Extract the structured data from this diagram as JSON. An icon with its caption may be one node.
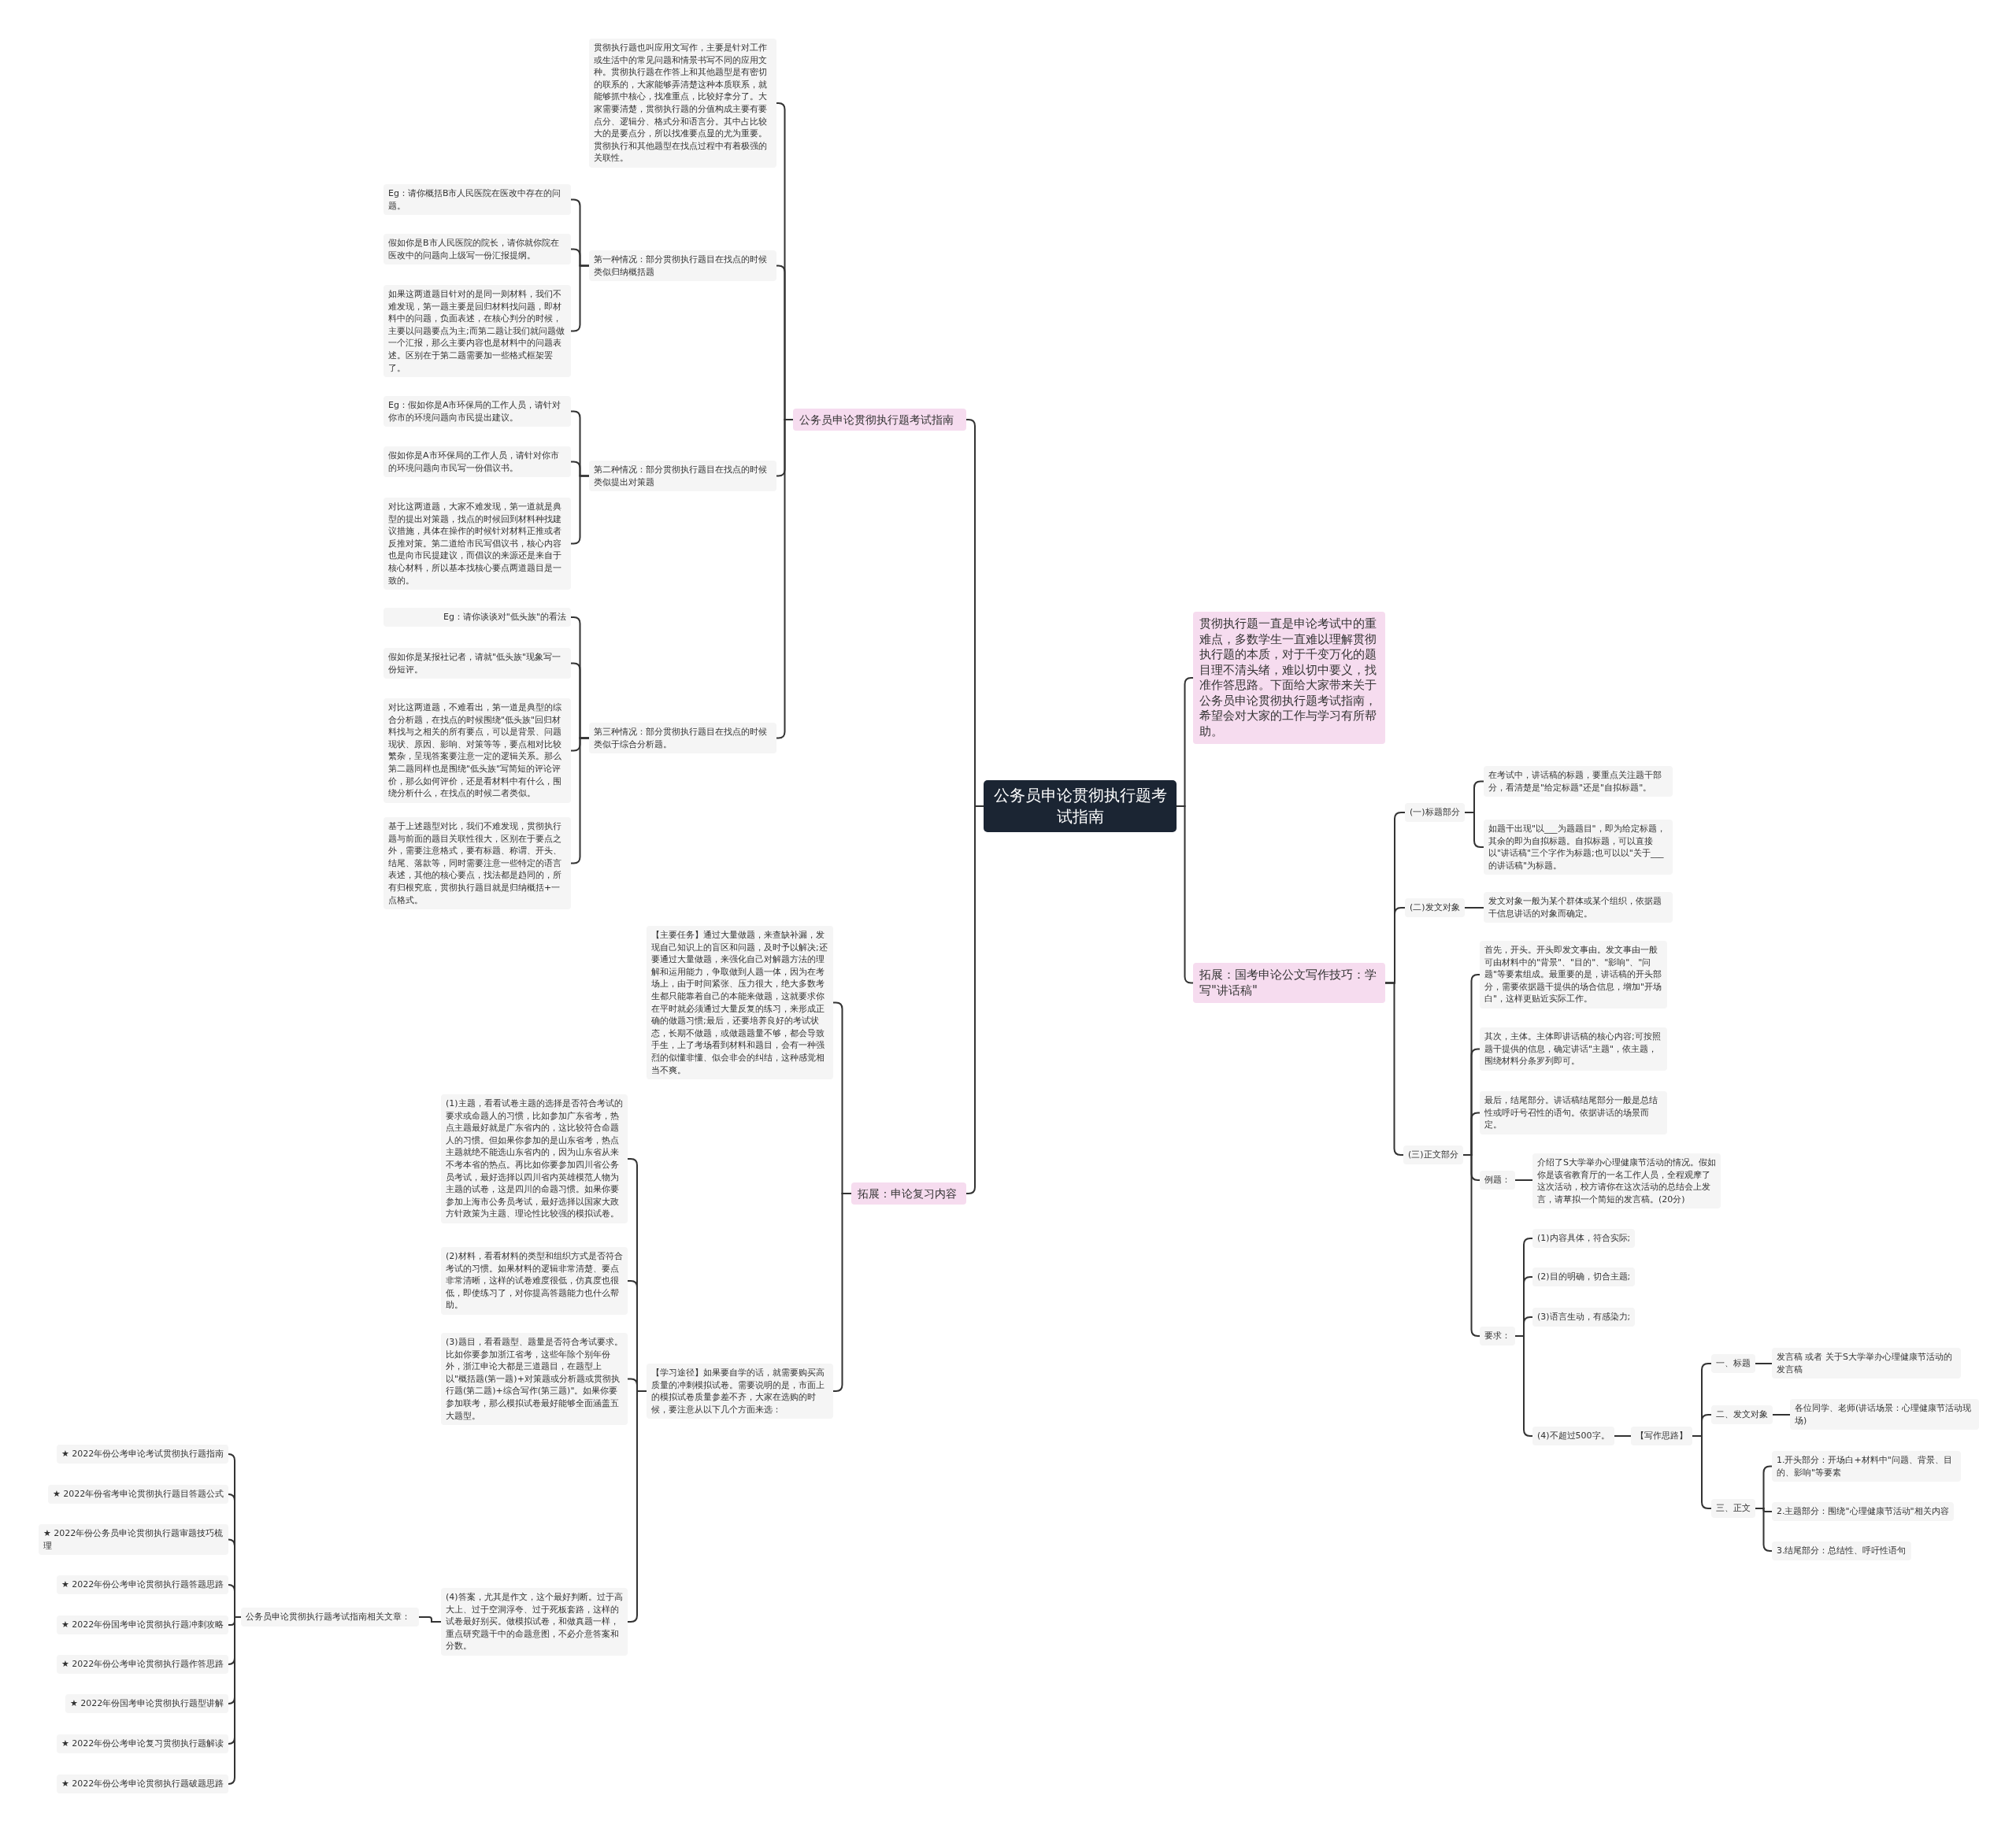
{
  "diagram": {
    "nodes": [
      {
        "text": [
          "公务员申论贯彻执行题考试指南"
        ]
      },
      {
        "text": [
          "贯彻执行题一直是申论考试中的重难点，多数学生一直难以理解贯彻执行题的本质，对于千变万化的题目理不清头绪，难以切中要义，找准作答思路。下面给大家带来关于公务员申论贯彻执行题考试指南，希望会对大家的工作与学习有所帮助。"
        ]
      },
      {
        "text": [
          "拓展：国考申论公文写作技巧：学写\"讲话稿\""
        ]
      },
      {
        "text": [
          "公务员申论贯彻执行题考试指南"
        ]
      },
      {
        "text": [
          "拓展：申论复习内容"
        ]
      },
      {
        "text": [
          "公务员申论贯彻执行题考试指南相关文章："
        ]
      },
      {
        "text": [
          "贯彻执行题也叫应用文写作，主要是针对工作或生活中的常见问题和情景书写不同的应用文种。贯彻执行题在作答上和其他题型是有密切的联系的，大家能够弄清楚这种本质联系，就能够抓中核心，找准重点，比较好拿分了。大家需要清楚，贯彻执行题的分值构成主要有要点分、逻辑分、格式分和语言分。其中占比较大的是要点分，所以找准要点显的尤为重要。贯彻执行和其他题型在找点过程中有着极强的关联性。"
        ]
      },
      {
        "text": [
          "第一种情况：部分贯彻执行题目在找点的时候类似归纳概括题"
        ]
      },
      {
        "text": [
          "Eg：请你概括B市人民医院在医改中存在的问题。"
        ]
      },
      {
        "text": [
          "假如你是B市人民医院的院长，请你就你院在医改中的问题向上级写一份汇报提纲。"
        ]
      },
      {
        "text": [
          "如果这两道题目针对的是同一则材料，我们不难发现，第一题主要是回归材料找问题，即材料中的问题，负面表述，在核心判分的时候，主要以问题要点为主;而第二题让我们就问题做一个汇报，那么主要内容也是材料中的问题表述。区别在于第二题需要加一些格式框架罢了。"
        ]
      },
      {
        "text": [
          "第二种情况：部分贯彻执行题目在找点的时候类似提出对策题"
        ]
      },
      {
        "text": [
          "Eg：假如你是A市环保局的工作人员，请针对你市的环境问题向市民提出建议。"
        ]
      },
      {
        "text": [
          "假如你是A市环保局的工作人员，请针对你市的环境问题向市民写一份倡议书。"
        ]
      },
      {
        "text": [
          "对比这两道题，大家不难发现，第一道就是典型的提出对策题，找点的时候回到材料种找建议措施，具体在操作的时候针对材料正推或者反推对策。第二道给市民写倡议书，核心内容也是向市民提建议，而倡议的来源还是来自于核心材料，所以基本找核心要点两道题目是一致的。"
        ]
      },
      {
        "text": [
          "第三种情况：部分贯彻执行题目在找点的时候类似于综合分析题。"
        ]
      },
      {
        "text": [
          "Eg：请你谈谈对\"低头族\"的看法"
        ]
      },
      {
        "text": [
          "假如你是某报社记者，请就\"低头族\"现象写一份短评。"
        ]
      },
      {
        "text": [
          "对比这两道题，不难看出，第一道是典型的综合分析题，在找点的时候围绕\"低头族\"回归材料找与之相关的所有要点，可以是背景、问题现状、原因、影响、对策等等，要点相对比较繁杂，呈现答案要注意一定的逻辑关系。那么第二题同样也是围绕\"低头族\"写简短的评论评价，那么如何评价，还是看材料中有什么，围绕分析什么，在找点的时候二者类似。"
        ]
      },
      {
        "text": [
          "基于上述题型对比，我们不难发现，贯彻执行题与前面的题目关联性很大，区别在于要点之外，需要注意格式，要有标题、称谓、开头、结尾、落款等，同时需要注意一些特定的语言表述，其他的核心要点，找法都是趋同的，所有归根究底，贯彻执行题目就是归纳概括+一点格式。"
        ]
      },
      {
        "text": [
          "【主要任务】通过大量做题，来查缺补漏，发现自己知识上的盲区和问题，及时予以解决;还要通过大量做题，来强化自己对解题方法的理解和运用能力，争取做到人题一体，因为在考场上，由于时间紧张、压力很大，绝大多数考生都只能靠着自己的本能来做题，这就要求你在平时就必须通过大量反复的练习，来形成正确的做题习惯;最后，还要培养良好的考试状态，长期不做题，或做题题量不够，都会导致手生，上了考场看到材料和题目，会有一种强烈的似懂非懂、似会非会的纠结，这种感觉相当不爽。"
        ]
      },
      {
        "text": [
          "【学习途径】如果要自学的话，就需要购买高质量的冲刺模拟试卷。需要说明的是，市面上的模拟试卷质量参差不齐，大家在选购的时候，要注意从以下几个方面来选："
        ]
      },
      {
        "text": [
          "(1)主题，看看试卷主题的选择是否符合考试的要求或命题人的习惯，比如参加广东省考，热点主题最好就是广东省内的，这比较符合命题人的习惯。但如果你参加的是山东省考，热点主题就绝不能选山东省内的，因为山东省从来不考本省的热点。再比如你要参加四川省公务员考试，最好选择以四川省内英雄模范人物为主题的试卷，这是四川的命题习惯。如果你要参加上海市公务员考试，最好选择以国家大政方针政策为主题、理论性比较强的模拟试卷。"
        ]
      },
      {
        "text": [
          "(2)材料，看看材料的类型和组织方式是否符合考试的习惯。如果材料的逻辑非常清楚、要点非常清晰，这样的试卷难度很低，仿真度也很低，即使练习了，对你提高答题能力也什么帮助。"
        ]
      },
      {
        "text": [
          "(3)题目，看看题型、题量是否符合考试要求。比如你要参加浙江省考，这些年除个别年份外，浙江申论大都是三道题目，在题型上以\"概括题(第一题)+对策题或分析题或贯彻执行题(第二题)+综合写作(第三题)\"。如果你要参加联考，那么模拟试卷最好能够全面涵盖五大题型。"
        ]
      },
      {
        "text": [
          "(4)答案，尤其是作文，这个最好判断。过于高大上、过于空洞浮夸、过于死板套路，这样的试卷最好别买。做模拟试卷，和做真题一样，重点研究题干中的命题意图，不必介意答案和分数。"
        ]
      },
      {
        "text": [
          "★ 2022年份公考申论考试贯彻执行题指南"
        ]
      },
      {
        "text": [
          "★ 2022年份省考申论贯彻执行题目答题公式"
        ]
      },
      {
        "text": [
          "★ 2022年份公务员申论贯彻执行题审题技巧梳理"
        ]
      },
      {
        "text": [
          "★ 2022年份公考申论贯彻执行题答题思路"
        ]
      },
      {
        "text": [
          "★ 2022年份国考申论贯彻执行题冲刺攻略"
        ]
      },
      {
        "text": [
          "★ 2022年份公考申论贯彻执行题作答思路"
        ]
      },
      {
        "text": [
          "★ 2022年份国考申论贯彻执行题型讲解"
        ]
      },
      {
        "text": [
          "★ 2022年份公考申论复习贯彻执行题解读"
        ]
      },
      {
        "text": [
          "★ 2022年份公考申论贯彻执行题破题思路"
        ]
      },
      {
        "text": [
          "(一)标题部分"
        ]
      },
      {
        "text": [
          "在考试中，讲话稿的标题，要重点关注题干部分，看清楚是\"给定标题\"还是\"自拟标题\"。"
        ]
      },
      {
        "text": [
          "如题干出现\"以___为题题目\"，即为给定标题，其余的即为自拟标题。自拟标题，可以直接以\"讲话稿\"三个字作为标题;也可以以\"关于___的讲话稿\"为标题。"
        ]
      },
      {
        "text": [
          "(二)发文对象"
        ]
      },
      {
        "text": [
          "发文对象一般为某个群体或某个组织，依据题干信息讲话的对象而确定。"
        ]
      },
      {
        "text": [
          "(三)正文部分"
        ]
      },
      {
        "text": [
          "首先，开头。开头即发文事由。发文事由一般可由材料中的\"背景\"、\"目的\"、\"影响\"、\"问题\"等要素组成。最重要的是，讲话稿的开头部分，需要依据题干提供的场合信息，增加\"开场白\"，这样更贴近实际工作。"
        ]
      },
      {
        "text": [
          "其次，主体。主体即讲话稿的核心内容;可按照题干提供的信息，确定讲话\"主题\"，依主题，围绕材料分条罗列即可。"
        ]
      },
      {
        "text": [
          "最后，结尾部分。讲话稿结尾部分一般是总结性或呼吁号召性的语句。依据讲话的场景而定。"
        ]
      },
      {
        "text": [
          "例题："
        ]
      },
      {
        "text": [
          "介绍了S大学举办心理健康节活动的情况。假如你是该省教育厅的一名工作人员，全程观摩了这次活动，校方请你在这次活动的总结会上发言，请草拟一个简短的发言稿。(20分)"
        ]
      },
      {
        "text": [
          "要求："
        ]
      },
      {
        "text": [
          "(1)内容具体，符合实际;"
        ]
      },
      {
        "text": [
          "(2)目的明确，切合主题;"
        ]
      },
      {
        "text": [
          "(3)语言生动，有感染力;"
        ]
      },
      {
        "text": [
          "(4)不超过500字。"
        ]
      },
      {
        "text": [
          "【写作思路】"
        ]
      },
      {
        "text": [
          "一、标题"
        ]
      },
      {
        "text": [
          "发言稿 或者 关于S大学举办心理健康节活动的发言稿"
        ]
      },
      {
        "text": [
          "二、发文对象"
        ]
      },
      {
        "text": [
          "各位同学、老师(讲话场景：心理健康节活动现场)"
        ]
      },
      {
        "text": [
          "三、正文"
        ]
      },
      {
        "text": [
          "1.开头部分：开场白+材料中\"问题、背景、目的、影响\"等要素"
        ]
      },
      {
        "text": [
          "2.主题部分：围绕\"心理健康节活动\"相关内容"
        ]
      },
      {
        "text": [
          "3.结尾部分：总结性、呼吁性语句"
        ]
      }
    ],
    "edges": [
      {
        "from": 0,
        "to": 1,
        "arrow": "none"
      },
      {
        "from": 0,
        "to": 2,
        "arrow": "none"
      },
      {
        "from": 0,
        "to": 3,
        "arrow": "none"
      },
      {
        "from": 0,
        "to": 4,
        "arrow": "none"
      },
      {
        "from": 3,
        "to": 6,
        "arrow": "none"
      },
      {
        "from": 3,
        "to": 7,
        "arrow": "none"
      },
      {
        "from": 3,
        "to": 11,
        "arrow": "none"
      },
      {
        "from": 3,
        "to": 15,
        "arrow": "none"
      },
      {
        "from": 7,
        "to": 8,
        "arrow": "none"
      },
      {
        "from": 7,
        "to": 9,
        "arrow": "none"
      },
      {
        "from": 7,
        "to": 10,
        "arrow": "none"
      },
      {
        "from": 11,
        "to": 12,
        "arrow": "none"
      },
      {
        "from": 11,
        "to": 13,
        "arrow": "none"
      },
      {
        "from": 11,
        "to": 14,
        "arrow": "none"
      },
      {
        "from": 15,
        "to": 16,
        "arrow": "none"
      },
      {
        "from": 15,
        "to": 17,
        "arrow": "none"
      },
      {
        "from": 15,
        "to": 18,
        "arrow": "none"
      },
      {
        "from": 15,
        "to": 19,
        "arrow": "none"
      },
      {
        "from": 4,
        "to": 20,
        "arrow": "none"
      },
      {
        "from": 4,
        "to": 21,
        "arrow": "none"
      },
      {
        "from": 21,
        "to": 22,
        "arrow": "none"
      },
      {
        "from": 21,
        "to": 23,
        "arrow": "none"
      },
      {
        "from": 21,
        "to": 24,
        "arrow": "none"
      },
      {
        "from": 21,
        "to": 25,
        "arrow": "none"
      },
      {
        "from": 25,
        "to": 5,
        "arrow": "none"
      },
      {
        "from": 5,
        "to": 26,
        "arrow": "none"
      },
      {
        "from": 5,
        "to": 27,
        "arrow": "none"
      },
      {
        "from": 5,
        "to": 28,
        "arrow": "none"
      },
      {
        "from": 5,
        "to": 29,
        "arrow": "none"
      },
      {
        "from": 5,
        "to": 30,
        "arrow": "none"
      },
      {
        "from": 5,
        "to": 31,
        "arrow": "none"
      },
      {
        "from": 5,
        "to": 32,
        "arrow": "none"
      },
      {
        "from": 5,
        "to": 33,
        "arrow": "none"
      },
      {
        "from": 5,
        "to": 34,
        "arrow": "none"
      },
      {
        "from": 2,
        "to": 35,
        "arrow": "none"
      },
      {
        "from": 2,
        "to": 38,
        "arrow": "none"
      },
      {
        "from": 2,
        "to": 40,
        "arrow": "none"
      },
      {
        "from": 35,
        "to": 36,
        "arrow": "none"
      },
      {
        "from": 35,
        "to": 37,
        "arrow": "none"
      },
      {
        "from": 38,
        "to": 39,
        "arrow": "none"
      },
      {
        "from": 40,
        "to": 41,
        "arrow": "none"
      },
      {
        "from": 40,
        "to": 42,
        "arrow": "none"
      },
      {
        "from": 40,
        "to": 43,
        "arrow": "none"
      },
      {
        "from": 40,
        "to": 44,
        "arrow": "none"
      },
      {
        "from": 40,
        "to": 46,
        "arrow": "none"
      },
      {
        "from": 44,
        "to": 45,
        "arrow": "none"
      },
      {
        "from": 46,
        "to": 47,
        "arrow": "none"
      },
      {
        "from": 46,
        "to": 48,
        "arrow": "none"
      },
      {
        "from": 46,
        "to": 49,
        "arrow": "none"
      },
      {
        "from": 46,
        "to": 50,
        "arrow": "none"
      },
      {
        "from": 50,
        "to": 51,
        "arrow": "none"
      },
      {
        "from": 51,
        "to": 52,
        "arrow": "none"
      },
      {
        "from": 51,
        "to": 54,
        "arrow": "none"
      },
      {
        "from": 51,
        "to": 56,
        "arrow": "none"
      },
      {
        "from": 52,
        "to": 53,
        "arrow": "none"
      },
      {
        "from": 54,
        "to": 55,
        "arrow": "none"
      },
      {
        "from": 56,
        "to": 57,
        "arrow": "none"
      },
      {
        "from": 56,
        "to": 58,
        "arrow": "none"
      },
      {
        "from": 56,
        "to": 59,
        "arrow": "none"
      }
    ]
  }
}
